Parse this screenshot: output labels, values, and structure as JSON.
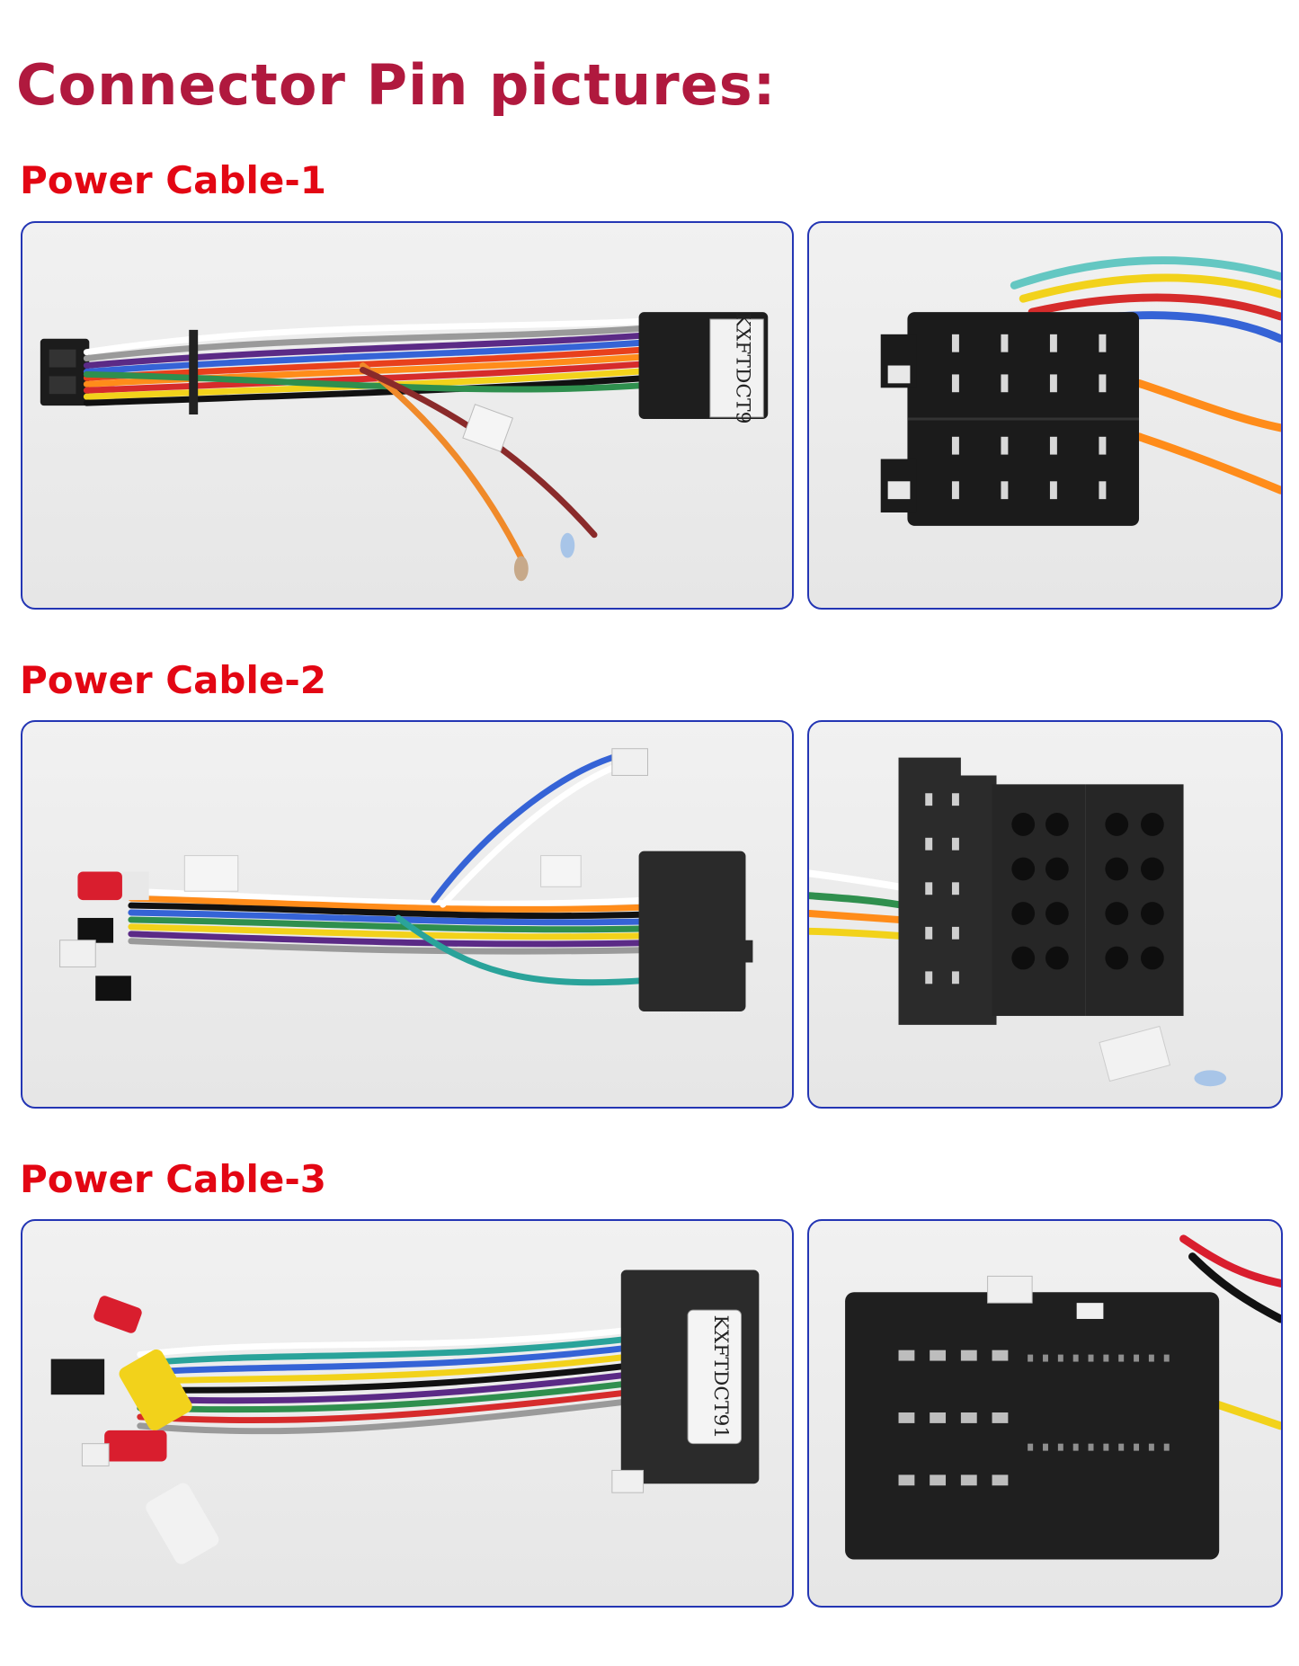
{
  "page": {
    "title": "Connector Pin pictures:"
  },
  "sections": [
    {
      "title": "Power Cable-1",
      "left_photo": {
        "subject": "wiring-harness-photo",
        "label": "KXFTDCT9"
      },
      "right_photo": {
        "subject": "iso-connector-closeup"
      }
    },
    {
      "title": "Power Cable-2",
      "left_photo": {
        "subject": "wiring-harness-photo",
        "label": ""
      },
      "right_photo": {
        "subject": "iso-connector-closeup"
      }
    },
    {
      "title": "Power Cable-3",
      "left_photo": {
        "subject": "wiring-harness-photo",
        "label": "KXFTDCT91"
      },
      "right_photo": {
        "subject": "oem-connector-closeup"
      }
    }
  ],
  "colors": {
    "title": "#b0193e",
    "section_title": "#e30613",
    "panel_border": "#2436b4",
    "panel_bg": "#eaeaea"
  }
}
